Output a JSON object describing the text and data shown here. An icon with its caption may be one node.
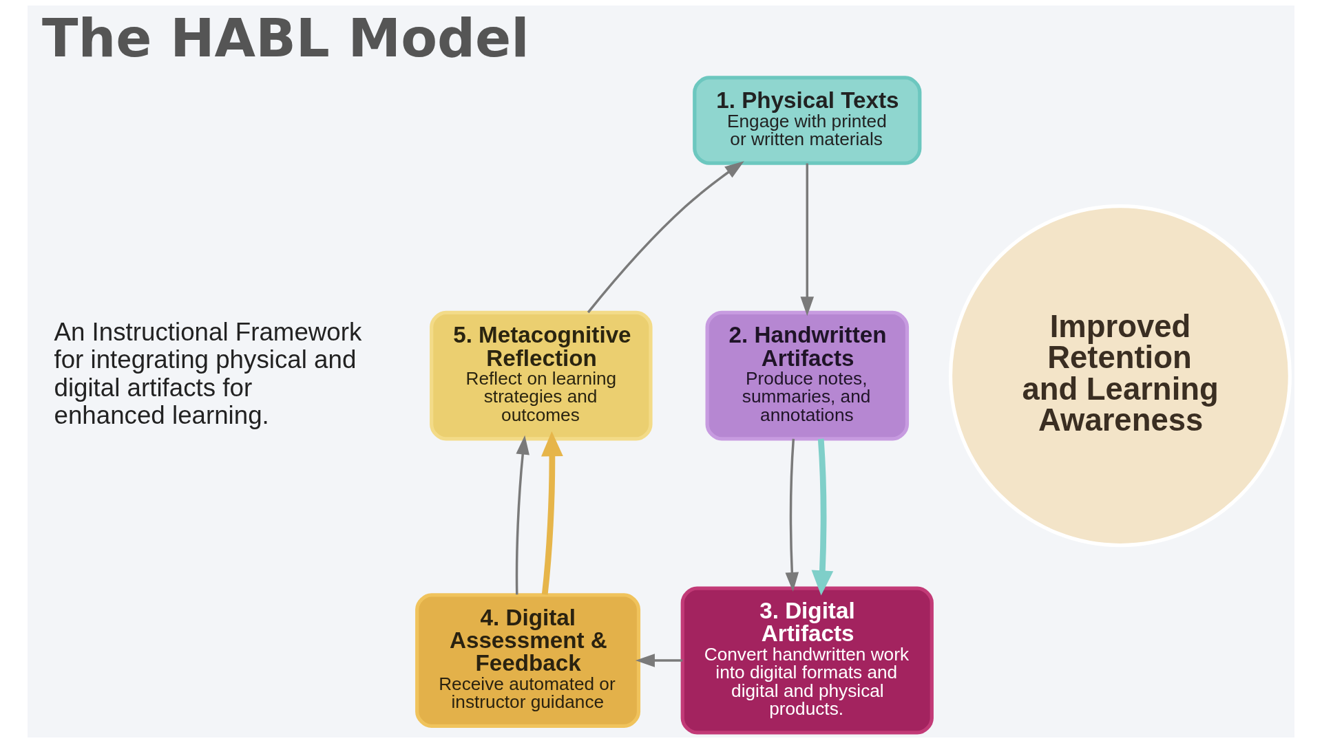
{
  "diagram": {
    "title": "The HABL Model",
    "nodes": [
      {
        "text": [
          "1. Physical Texts",
          "Engage with printed or written materials"
        ]
      },
      {
        "text": [
          "2. Handwritten Artifacts",
          "Produce notes, summaries, and annotations"
        ]
      },
      {
        "text": [
          "3. Digital Artifacts",
          "Convert handwritten work into digital formats and digital and physical products."
        ]
      },
      {
        "text": [
          "4. Digital Assessment & Feedback",
          "Receive automated or instructor guidance"
        ]
      },
      {
        "text": [
          "5. Metacognitive Reflection",
          "Reflect on learning strategies and outcomes"
        ]
      },
      {
        "text": [
          "Improved Retention and Learning Awareness"
        ]
      }
    ],
    "edges": [
      {
        "from": 0,
        "to": 1,
        "arrow": "to"
      },
      {
        "from": 1,
        "to": 2,
        "arrow": "to"
      },
      {
        "from": 2,
        "to": 3,
        "arrow": "to"
      },
      {
        "from": 3,
        "to": 4,
        "arrow": "to"
      },
      {
        "from": 4,
        "to": 0,
        "arrow": "to"
      },
      {
        "from": 1,
        "to": 2,
        "arrow": "to",
        "style": "thick",
        "color": "#7fcfc9"
      },
      {
        "from": 3,
        "to": 4,
        "arrow": "to",
        "style": "thick",
        "color": "#e6b54a"
      }
    ],
    "labels": [
      "An Instructional Framework for integrating physical and digital artifacts for enhanced learning."
    ]
  }
}
